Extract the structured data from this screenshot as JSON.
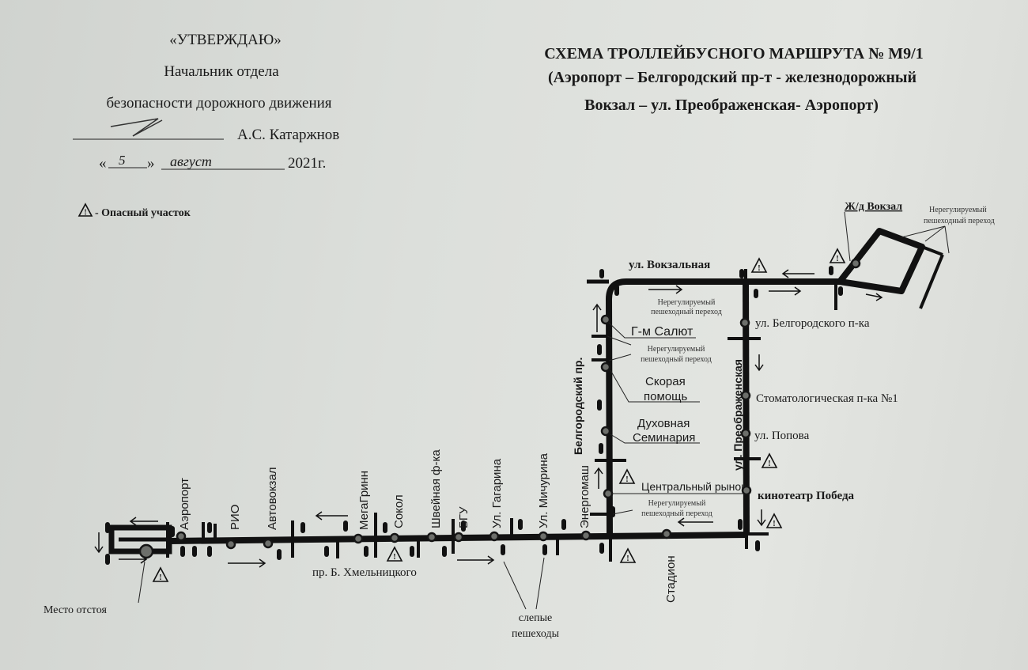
{
  "approval": {
    "heading": "«УТВЕРЖДАЮ»",
    "position_line1": "Начальник отдела",
    "position_line2": "безопасности дорожного движения",
    "signatory": "А.С. Катаржнов",
    "date_day": "5",
    "date_month": "август",
    "date_year": "2021г."
  },
  "title": {
    "line1": "СХЕМА ТРОЛЛЕЙБУСНОГО МАРШРУТА № М9/1",
    "line2": "(Аэропорт – Белгородский пр-т - железнодорожный",
    "line3": "Вокзал – ул. Преображенская- Аэропорт)"
  },
  "legend": {
    "danger_label": "- Опасный участок"
  },
  "streets": {
    "vokzalnaya": "ул. Вокзальная",
    "belgorodsky": "Белгородский пр.",
    "preobrazhenskaya": "ул. Преображенская",
    "khmelnitskogo": "пр. Б. Хмельницкого"
  },
  "stops_main": [
    "Аэропорт",
    "РИО",
    "Автовокзал",
    "МегаГринн",
    "Сокол",
    "Швейная ф-ка",
    "БГУ",
    "Ул. Гагарина",
    "Ул. Мичурина",
    "Энергомаш",
    "Стадион"
  ],
  "stops_belgorodsky": [
    "Г-м Салют",
    "Скорая помощь",
    "Духовная Семинария",
    "Центральный рынок"
  ],
  "stops_belgorodsky_split": {
    "skoraya1": "Скорая",
    "skoraya2": "помощь",
    "dukh1": "Духовная",
    "dukh2": "Семинария"
  },
  "stops_preobrazhenskaya": [
    "ул. Белгородского п-ка",
    "Стоматологическая п-ка №1",
    "ул. Попова",
    "кинотеатр Победа"
  ],
  "station": "Ж/д Вокзал",
  "annotations": {
    "crossing1": "Нерегулируемый",
    "crossing2": "пешеходный переход",
    "station_crossing1": "Нерегулируемый",
    "station_crossing2": "пешеходный переход",
    "depot": "Место отстоя",
    "blind1": "слепые",
    "blind2": "пешеходы"
  }
}
